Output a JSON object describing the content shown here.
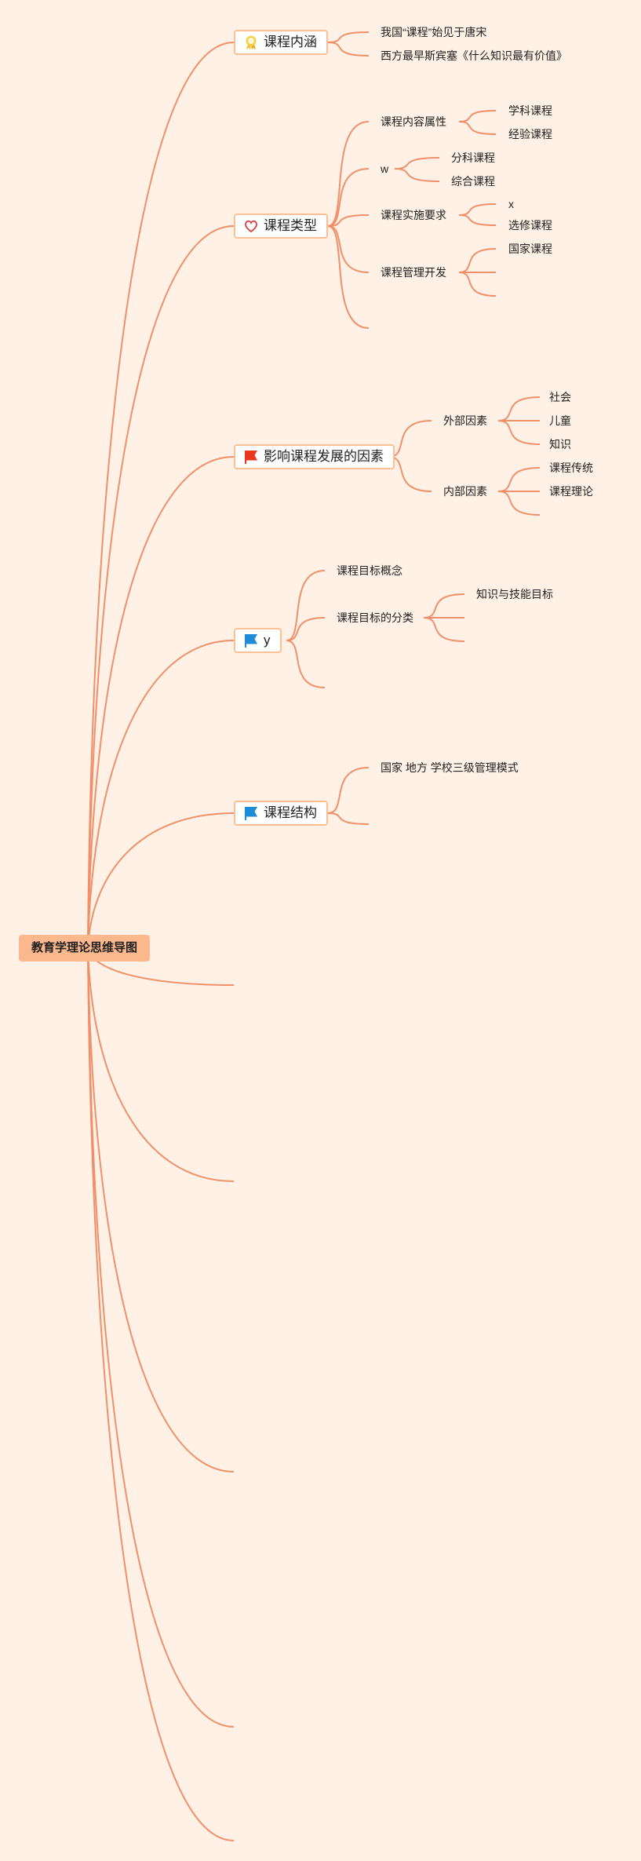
{
  "root": {
    "label": "教育学理论思维导图"
  },
  "topics": [
    {
      "label": "课程内涵",
      "icon": "award-ribbon-icon"
    },
    {
      "label": "课程类型",
      "icon": "heart-icon"
    },
    {
      "label": "影响课程发展的因素",
      "icon": "red-flag-icon"
    },
    {
      "label": "y",
      "icon": "blue-flag-icon"
    },
    {
      "label": "课程结构",
      "icon": "blue-flag-icon"
    }
  ],
  "subtopics": {
    "neihan": [
      "我国“课程”始见于唐宋",
      "西方最早斯宾塞《什么知识最有价值》"
    ],
    "leixing": {
      "content_attr": "课程内容属性",
      "subject": "学科课程",
      "experience": "经验课程",
      "w": "w",
      "separate": "分科课程",
      "integrated": "综合课程",
      "impl_req": "课程实施要求",
      "x": "x",
      "elective": "选修课程",
      "mgmt_dev": "课程管理开发",
      "national": "国家课程"
    },
    "yingxiang": {
      "external": "外部因素",
      "society": "社会",
      "children": "儿童",
      "knowledge": "知识",
      "internal": "内部因素",
      "tradition": "课程传统",
      "theory": "课程理论"
    },
    "y": {
      "concept": "课程目标概念",
      "classify": "课程目标的分类",
      "knowledge_skill": "知识与技能目标"
    },
    "jiegou": {
      "model": "国家 地方 学校三级管理模式"
    }
  },
  "colors": {
    "background": "#fff1e6",
    "edge": "#f0906a",
    "root_fill": "#fbb88c",
    "topic_border": "#fbbf96"
  }
}
